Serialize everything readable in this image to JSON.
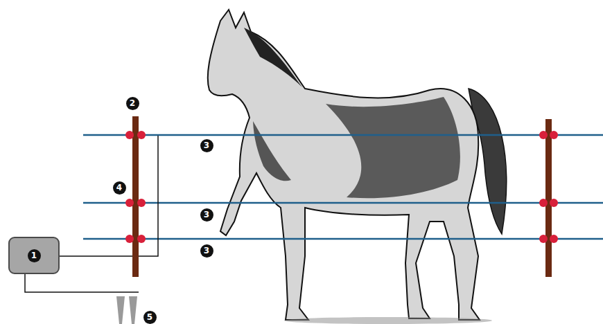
{
  "diagram": {
    "nodes": [
      {
        "text": [
          "1"
        ]
      }
    ],
    "labels": [
      "2",
      "3",
      "4",
      "3",
      "3",
      "5"
    ]
  }
}
